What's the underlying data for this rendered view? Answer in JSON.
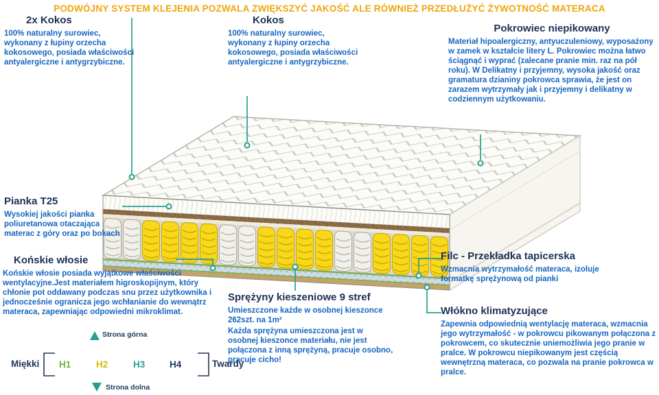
{
  "colors": {
    "header": "#EFA50B",
    "title_navy": "#1C2F55",
    "body_blue": "#1566C0",
    "accent_teal": "#2A9D8F",
    "spring_yellow": "#F8D818",
    "kokos_brown": "#8A6A44"
  },
  "header": {
    "text": "PODWÓJNY SYSTEM KLEJENIA POZWALA ZWIĘKSZYĆ JAKOŚĆ ALE RÓWNIEŻ PRZEDŁUŻYĆ ŻYWOTNOŚĆ MATERACA"
  },
  "annotations": {
    "kokos2x": {
      "title": "2x Kokos",
      "body": "100% naturalny surowiec, wykonany z łupiny orzecha kokosowego, posiada właściwości antyalergiczne i antygrzybiczne."
    },
    "kokos": {
      "title": "Kokos",
      "body": "100% naturalny surowiec, wykonany z łupiny orzecha kokosowego, posiada właściwości antyalergiczne i antygrzybiczne."
    },
    "pokrowiec": {
      "title": "Pokrowiec niepikowany",
      "body": "Materiał hipoalergiczny, antyuczuleniowy, wyposażony w zamek w kształcie litery L. Pokrowiec można łatwo ściągnąć i wyprać (zalecane pranie min. raz na pół roku). W Delikatny i przyjemny, wysoka jakość oraz gramatura dzianiny pokrowca sprawia, że jest on zarazem wytrzymały jak i przyjemny i delikatny w codziennym użytkowaniu."
    },
    "pianka": {
      "title": "Pianka T25",
      "body": "Wysokiej jakości pianka poliuretanowa otaczająca materac z góry oraz po bokach"
    },
    "konskie": {
      "title": "Końskie włosie",
      "body": "Końskie włosie posiada wyjątkowe właściwości wentylacyjne.Jest materiałem higroskopijnym, który chłonie pot oddawany podczas snu przez użytkownika i jednocześnie ogranicza jego wchłanianie do wewnątrz materaca, zapewniając odpowiedni mikroklimat."
    },
    "sprezyny": {
      "title": "Sprężyny kieszeniowe 9 stref",
      "line1": "Umieszczone każde w osobnej kieszonce 262szt. na 1m²",
      "body": "Każda sprężyna umieszczona jest w osobnej kieszonce materiału, nie jest połączona z inną sprężyną, pracuje osobno, pracuje cicho!"
    },
    "filc": {
      "title": "Filc - Przekładka tapicerska",
      "body": "Wzmacnia wytrzymałość materaca, izoluje formatkę sprężynową od pianki"
    },
    "wlokno": {
      "title": "Włókno klimatyzujące",
      "body": "Zapewnia odpowiednią wentylację materaca, wzmacnia jego wytrzymałość - w pokrowcu pikowanym połączona z pokrowcem, co skutecznie uniemożliwia jego pranie w pralce. W pokrowcu niepikowanym jest częścią wewnętrzną materaca, co pozwala na pranie pokrowca w pralce."
    }
  },
  "scale": {
    "soft": "Miękki",
    "hard": "Twardy",
    "levels": [
      {
        "label": "H1",
        "color": "#69B445"
      },
      {
        "label": "H2",
        "color": "#D9B70A"
      },
      {
        "label": "H3",
        "color": "#2A9D8F"
      },
      {
        "label": "H4",
        "color": "#1D3557"
      }
    ],
    "top_side": "Strona górna",
    "bottom_side": "Strona dolna"
  }
}
